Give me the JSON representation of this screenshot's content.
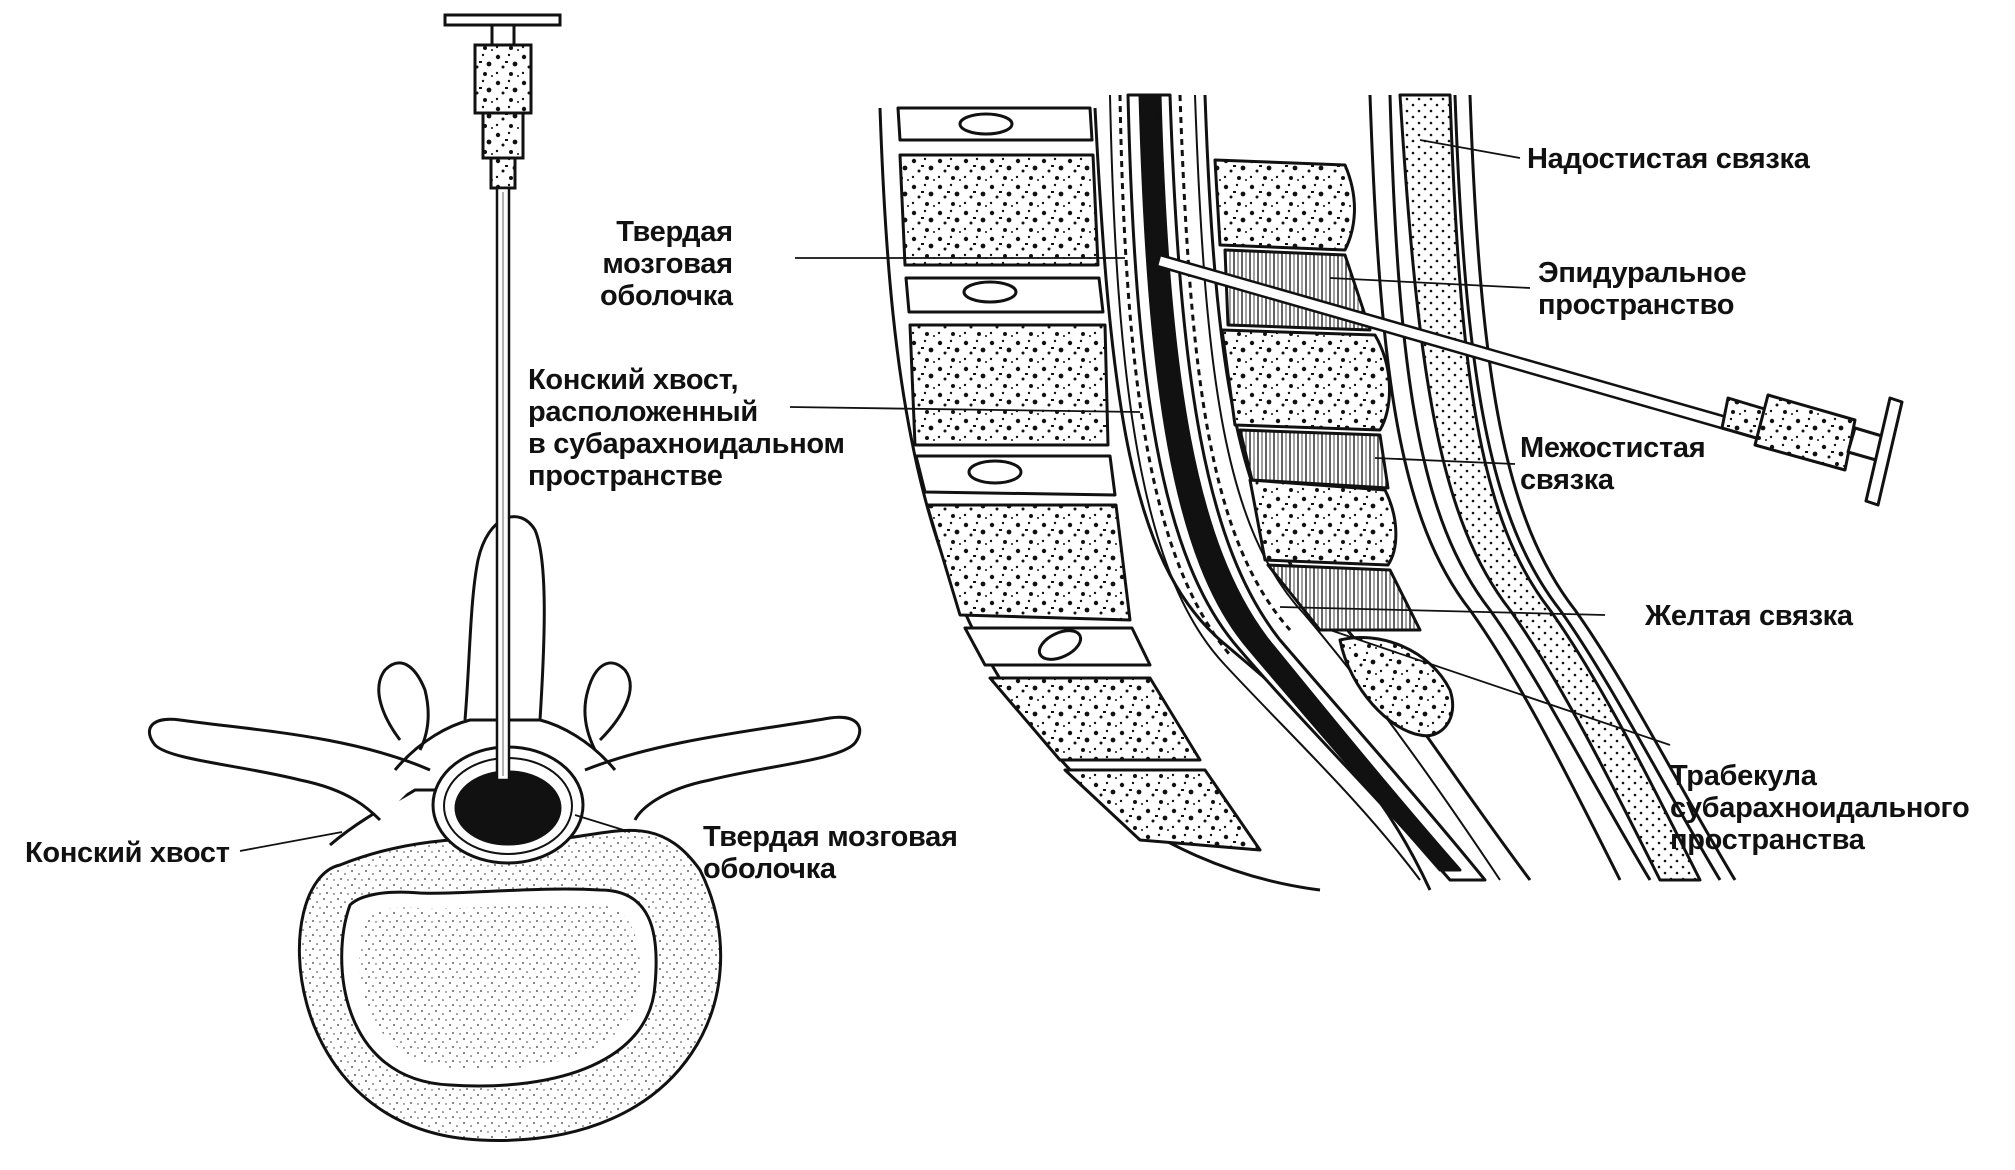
{
  "labels": {
    "dura_left_top": "Твердая\nмозговая\nоболочка",
    "cauda_subarachnoid": "Конский хвост,\nрасположенный\nв субарахноидальном\nпространстве",
    "cauda_equina": "Конский хвост",
    "dura_bottom": "Твердая мозговая\nоболочка",
    "supraspinous": "Надостистая связка",
    "epidural": "Эпидуральное\nпространство",
    "interspinous": "Межостистая\nсвязка",
    "flavum": "Желтая связка",
    "trabecula": "Трабекула\nсубарахноидального\nпространства"
  },
  "colors": {
    "ink": "#111111",
    "paper": "#ffffff",
    "bone_gray": "#6d6d6d"
  }
}
